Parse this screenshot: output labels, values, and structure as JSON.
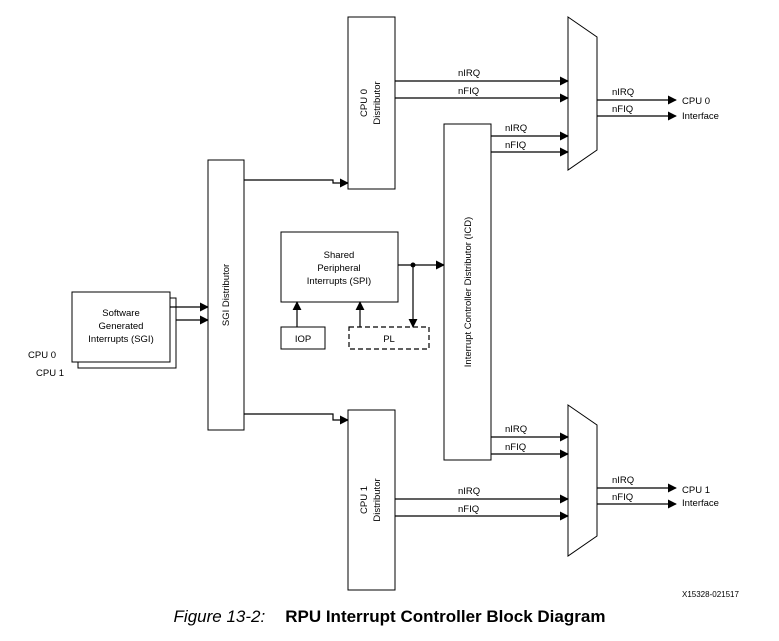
{
  "blocks": {
    "sgi_l1": "Software",
    "sgi_l2": "Generated",
    "sgi_l3": "Interrupts (SGI)",
    "cpu0_in": "CPU 0",
    "cpu1_in": "CPU 1",
    "sgi_dist": "SGI Distributor",
    "cpu0_dist_l1": "CPU 0",
    "cpu0_dist_l2": "Distributor",
    "cpu1_dist_l1": "CPU 1",
    "cpu1_dist_l2": "Distributor",
    "spi_l1": "Shared",
    "spi_l2": "Peripheral",
    "spi_l3": "Interrupts (SPI)",
    "iop": "IOP",
    "pl": "PL",
    "icd": "Interrupt Controller Distributor (ICD)"
  },
  "signals": {
    "nirq": "nIRQ",
    "nfiq": "nFIQ"
  },
  "outputs": {
    "cpu0_l1": "CPU 0",
    "cpu0_l2": "Interface",
    "cpu1_l1": "CPU 1",
    "cpu1_l2": "Interface"
  },
  "figure_id": "X15328-021517",
  "caption": {
    "number": "Figure 13-2:",
    "title": "RPU Interrupt Controller Block Diagram"
  }
}
